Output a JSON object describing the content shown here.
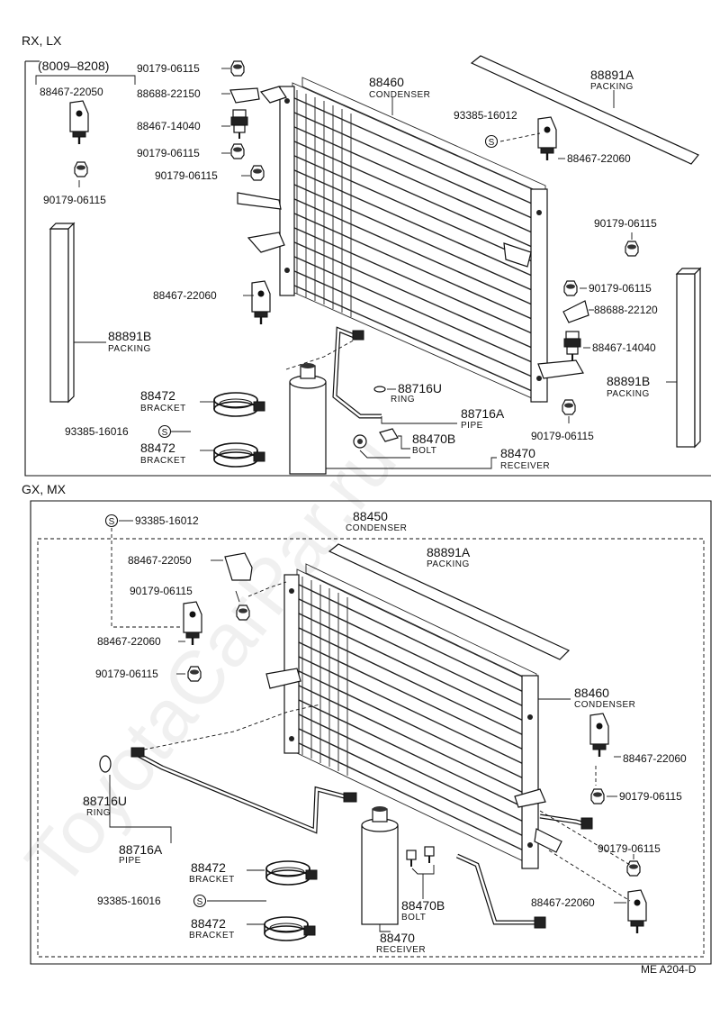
{
  "watermark": "ToyotaCarPar.ru",
  "figure_code": "ME A204-D",
  "top": {
    "section": "RX, LX",
    "date_range": "(8009–8208)",
    "labels": {
      "tl_part": "88467-22050",
      "tl_nut": "90179-06115",
      "nut1": "90179-06115",
      "bracket_a": "88688-22150",
      "cushion_a": "88467-14040",
      "nut2": "90179-06115",
      "nut3": "90179-06115",
      "cond_num": "88460",
      "cond_name": "CONDENSER",
      "packA_num": "88891A",
      "packA_name": "PACKING",
      "screw": "93385-16012",
      "bracket_r": "88467-22060",
      "nut_r1": "90179-06115",
      "nut_r2": "90179-06115",
      "bracket_b": "88688-22120",
      "cushion_b": "88467-14040",
      "packB_r_num": "88891B",
      "packB_r_name": "PACKING",
      "nut_r3": "90179-06115",
      "bracket_l": "88467-22060",
      "packB_l_num": "88891B",
      "packB_l_name": "PACKING",
      "bkt1_num": "88472",
      "bkt1_name": "BRACKET",
      "screw2": "93385-16016",
      "bkt2_num": "88472",
      "bkt2_name": "BRACKET",
      "ring_num": "88716U",
      "ring_name": "RING",
      "pipe_num": "88716A",
      "pipe_name": "PIPE",
      "bolt_num": "88470B",
      "bolt_name": "BOLT",
      "recv_num": "88470",
      "recv_name": "RECEIVER"
    }
  },
  "bottom": {
    "section": "GX, MX",
    "labels": {
      "screw": "93385-16012",
      "cond_num": "88450",
      "cond_name": "CONDENSER",
      "packA_num": "88891A",
      "packA_name": "PACKING",
      "bracket_a": "88467-22050",
      "nut1": "90179-06115",
      "bracket_b": "88467-22060",
      "nut2": "90179-06115",
      "cond2_num": "88460",
      "cond2_name": "CONDENSER",
      "bracket_r": "88467-22060",
      "nut_r1": "90179-06115",
      "ring_num": "88716U",
      "ring_name": "RING",
      "pipe_num": "88716A",
      "pipe_name": "PIPE",
      "nut_r2": "90179-06115",
      "bkt1_num": "88472",
      "bkt1_name": "BRACKET",
      "screw2": "93385-16016",
      "bracket_r2": "88467-22060",
      "bolt_num": "88470B",
      "bolt_name": "BOLT",
      "bkt2_num": "88472",
      "bkt2_name": "BRACKET",
      "recv_num": "88470",
      "recv_name": "RECEIVER"
    }
  }
}
